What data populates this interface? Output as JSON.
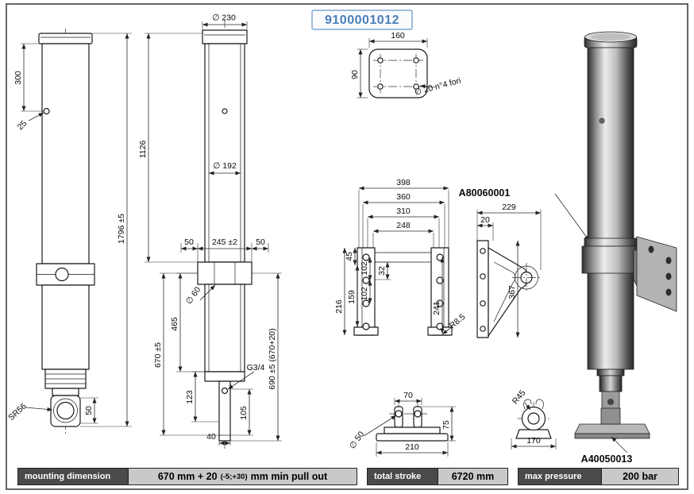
{
  "part_number": "9100001012",
  "labels": {
    "bracket_part": "A80060001",
    "foot_part": "A40050013",
    "port": "G3/4",
    "holes_note": "∅ 20 n°4 fori"
  },
  "left_view": {
    "dim_300": "300",
    "dim_25": "25",
    "dim_1796": "1796 ±5",
    "dim_50_eye": "50",
    "dim_sr56": "SR56"
  },
  "section_view": {
    "dia_230": "∅ 230",
    "dim_1126": "1126",
    "dia_192": "∅ 192",
    "dim_50_left": "50",
    "dim_245": "245 ±2",
    "dim_50_right": "50",
    "dia_60": "∅ 60",
    "dim_465": "465",
    "dim_670": "670 ±5",
    "dim_123": "123",
    "dim_105": "105",
    "dim_40": "40",
    "dim_690": "690 ±5 (670+20)"
  },
  "plate_view": {
    "dim_160": "160",
    "dim_90": "90"
  },
  "bracket_front_view": {
    "dim_398": "398",
    "dim_360": "360",
    "dim_310": "310",
    "dim_248": "248",
    "dim_45": "45",
    "dim_32": "32",
    "dim_102_upper": "102",
    "dim_102_lower": "102",
    "dim_159": "159",
    "dim_216": "216",
    "dim_241": "241",
    "dim_r8_5": "R8.5"
  },
  "bracket_side_view": {
    "dim_229": "229",
    "dim_20": "20",
    "dim_367": "367"
  },
  "foot_view": {
    "dim_70": "70",
    "dim_75": "75",
    "dia_50": "∅ 50",
    "dim_210": "210"
  },
  "clevis_view": {
    "dim_r45": "R45",
    "dim_170": "170"
  },
  "footer": {
    "mounting_label": "mounting dimension",
    "mounting_value_pre": "670 mm + 20",
    "mounting_value_tol": "(-5;+30)",
    "mounting_value_post": "mm min pull out",
    "stroke_label": "total stroke",
    "stroke_value": "6720 mm",
    "pressure_label": "max pressure",
    "pressure_value": "200 bar"
  },
  "colors": {
    "part_number_text": "#4a7fb8",
    "part_number_border": "#7ea7cc",
    "footer_label_bg": "#4a4a4a",
    "footer_label_text": "#ffffff",
    "footer_value_bg": "#c9c9c9",
    "line_color": "#1a1a1a"
  }
}
